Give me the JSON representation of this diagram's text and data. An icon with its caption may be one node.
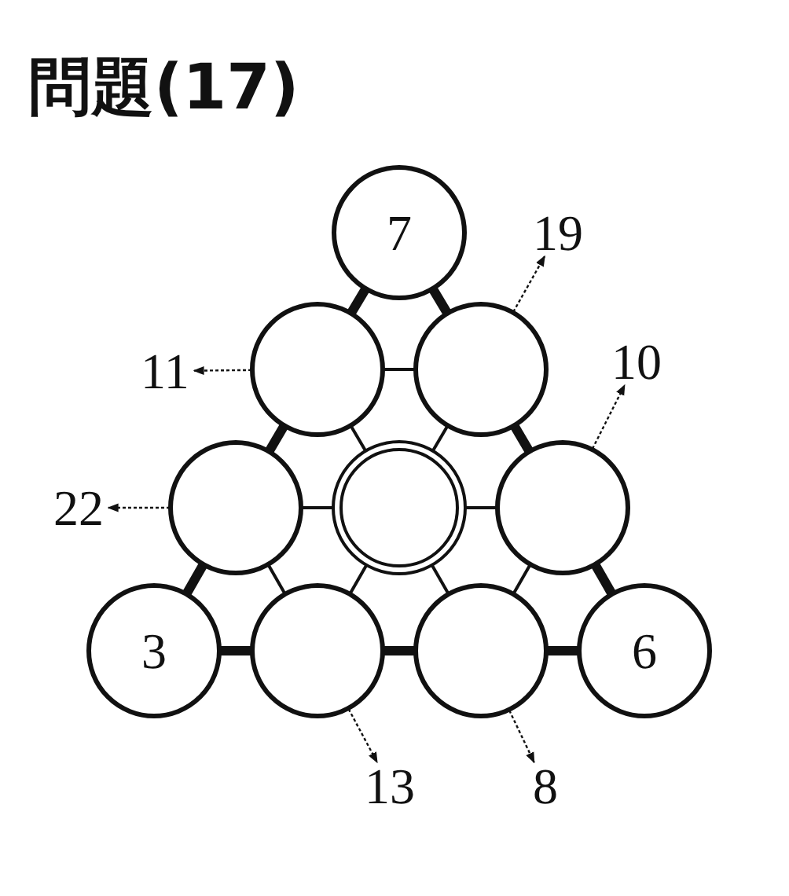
{
  "diagram": {
    "title": "問題(17)",
    "nodes": [
      {
        "text": [
          "7"
        ]
      },
      {
        "text": [],
        "shape": "circle"
      },
      {
        "text": [],
        "shape": "circle"
      },
      {
        "text": [],
        "shape": "circle"
      },
      {
        "text": [],
        "shape": "circle"
      },
      {
        "text": [],
        "shape": "circle"
      },
      {
        "text": [
          "3"
        ]
      },
      {
        "text": [],
        "shape": "circle"
      },
      {
        "text": [],
        "shape": "circle"
      },
      {
        "text": [
          "6"
        ]
      },
      {
        "text": [
          "19"
        ]
      },
      {
        "text": [
          "11"
        ]
      },
      {
        "text": [
          "10"
        ]
      },
      {
        "text": [
          "22"
        ]
      },
      {
        "text": [
          "13"
        ]
      },
      {
        "text": [
          "8"
        ]
      }
    ],
    "edges": [
      {
        "from": 0,
        "to": 1,
        "arrow": "none",
        "style": "thick"
      },
      {
        "from": 0,
        "to": 2,
        "arrow": "none",
        "style": "thick"
      },
      {
        "from": 1,
        "to": 2,
        "arrow": "none"
      },
      {
        "from": 1,
        "to": 3,
        "arrow": "none",
        "style": "thick"
      },
      {
        "from": 1,
        "to": 4,
        "arrow": "none"
      },
      {
        "from": 2,
        "to": 4,
        "arrow": "none"
      },
      {
        "from": 2,
        "to": 5,
        "arrow": "none",
        "style": "thick"
      },
      {
        "from": 3,
        "to": 4,
        "arrow": "none"
      },
      {
        "from": 4,
        "to": 5,
        "arrow": "none"
      },
      {
        "from": 3,
        "to": 6,
        "arrow": "none",
        "style": "thick"
      },
      {
        "from": 3,
        "to": 7,
        "arrow": "none"
      },
      {
        "from": 4,
        "to": 7,
        "arrow": "none"
      },
      {
        "from": 4,
        "to": 8,
        "arrow": "none"
      },
      {
        "from": 5,
        "to": 8,
        "arrow": "none"
      },
      {
        "from": 5,
        "to": 9,
        "arrow": "none",
        "style": "thick"
      },
      {
        "from": 6,
        "to": 7,
        "arrow": "none",
        "style": "thick"
      },
      {
        "from": 7,
        "to": 8,
        "arrow": "none",
        "style": "thick"
      },
      {
        "from": 8,
        "to": 9,
        "arrow": "none",
        "style": "thick"
      },
      {
        "from": 2,
        "to": 10,
        "arrow": "to",
        "style": "dashed"
      },
      {
        "from": 1,
        "to": 11,
        "arrow": "to",
        "style": "dashed"
      },
      {
        "from": 5,
        "to": 12,
        "arrow": "to",
        "style": "dashed"
      },
      {
        "from": 3,
        "to": 13,
        "arrow": "to",
        "style": "dashed"
      },
      {
        "from": 7,
        "to": 14,
        "arrow": "to",
        "style": "dashed"
      },
      {
        "from": 8,
        "to": 15,
        "arrow": "to",
        "style": "dashed"
      }
    ]
  }
}
